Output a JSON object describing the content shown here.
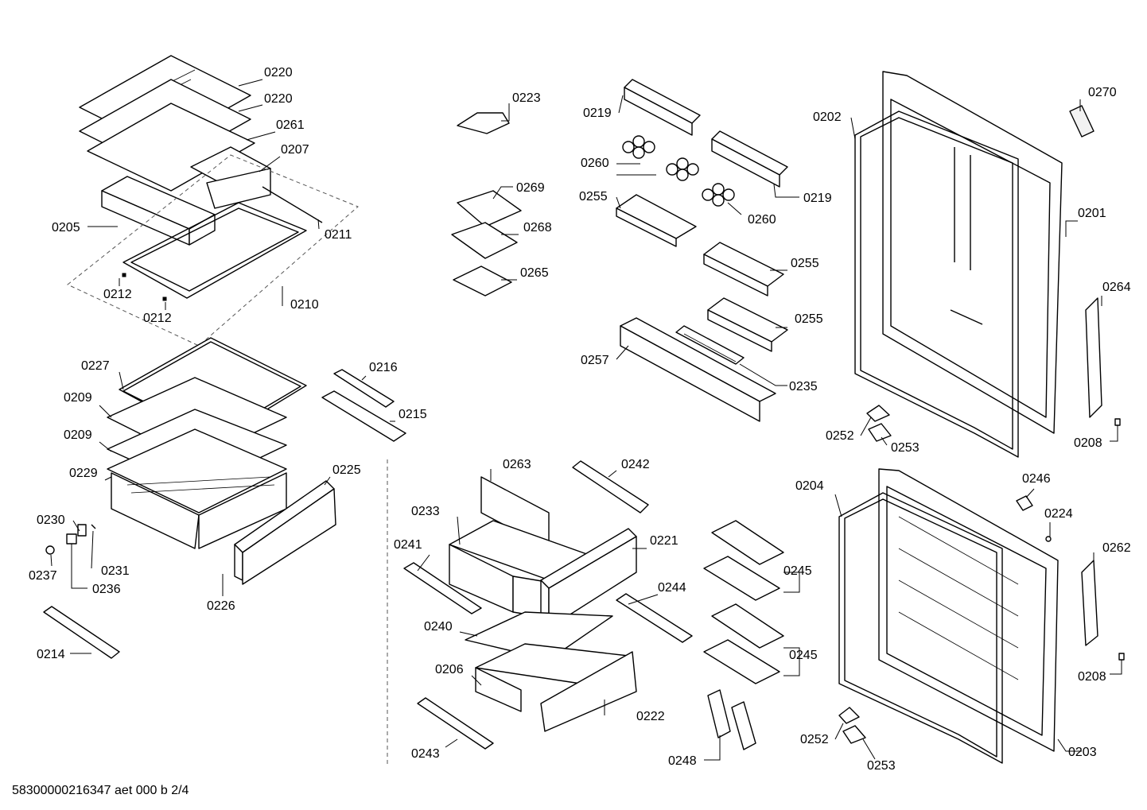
{
  "footer": {
    "document_id": "58300000216347 aet 000 b 2/4"
  },
  "part_labels": {
    "l0220a": "0220",
    "l0220b": "0220",
    "l0261": "0261",
    "l0207": "0207",
    "l0205": "0205",
    "l0211": "0211",
    "l0212a": "0212",
    "l0212b": "0212",
    "l0210": "0210",
    "l0227": "0227",
    "l0209a": "0209",
    "l0209b": "0209",
    "l0229": "0229",
    "l0225": "0225",
    "l0216": "0216",
    "l0215": "0215",
    "l0230": "0230",
    "l0231": "0231",
    "l0236": "0236",
    "l0237": "0237",
    "l0226": "0226",
    "l0214": "0214",
    "l0223": "0223",
    "l0269": "0269",
    "l0268": "0268",
    "l0265": "0265",
    "l0219a": "0219",
    "l0219b": "0219",
    "l0260a": "0260",
    "l0260b": "0260",
    "l0255a": "0255",
    "l0255b": "0255",
    "l0255c": "0255",
    "l0257": "0257",
    "l0235": "0235",
    "l0202": "0202",
    "l0270": "0270",
    "l0201": "0201",
    "l0264": "0264",
    "l0252a": "0252",
    "l0253a": "0253",
    "l0208a": "0208",
    "l0263": "0263",
    "l0242": "0242",
    "l0233": "0233",
    "l0241": "0241",
    "l0221": "0221",
    "l0244": "0244",
    "l0240": "0240",
    "l0206": "0206",
    "l0222": "0222",
    "l0243": "0243",
    "l0245a": "0245",
    "l0245b": "0245",
    "l0248": "0248",
    "l0204": "0204",
    "l0246": "0246",
    "l0224": "0224",
    "l0262": "0262",
    "l0208b": "0208",
    "l0252b": "0252",
    "l0253b": "0253",
    "l0203": "0203"
  }
}
